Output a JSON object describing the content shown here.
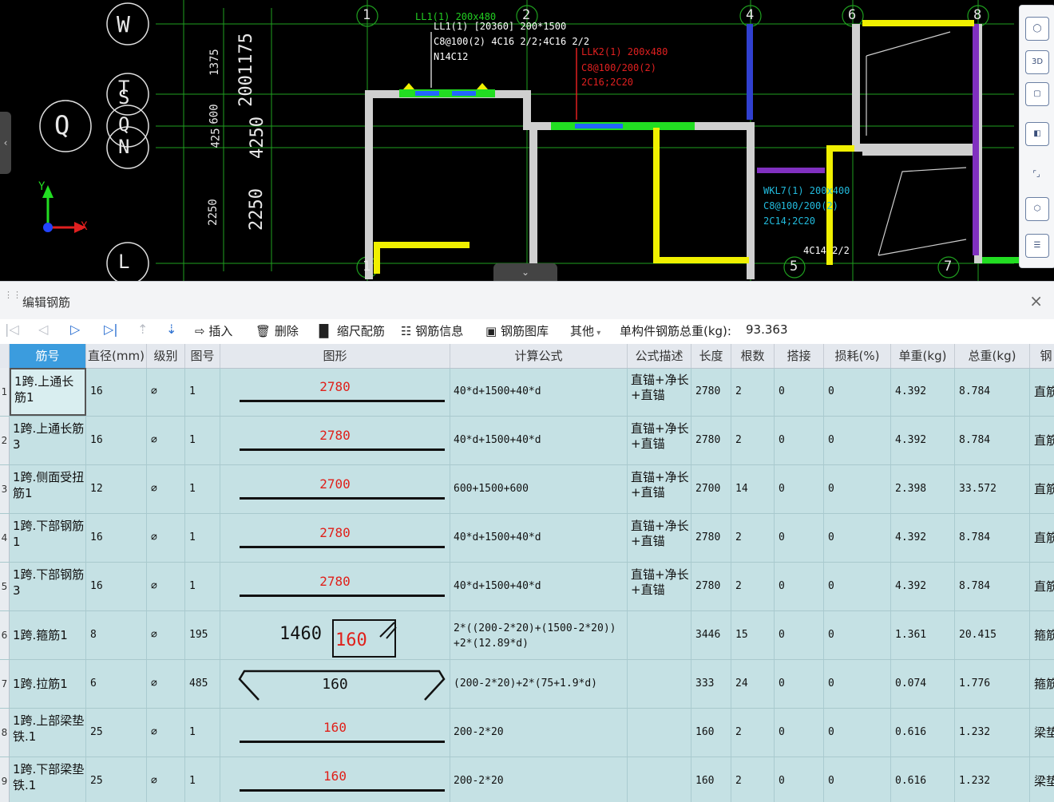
{
  "cad": {
    "axis_circles": [
      "W",
      "T",
      "S",
      "Q",
      "N",
      "L",
      "Q"
    ],
    "grid_numbers": [
      "1",
      "2",
      "4",
      "6",
      "8",
      "1",
      "5",
      "7"
    ],
    "dims": [
      "1375",
      "600",
      "425",
      "2250",
      "2250",
      "4250",
      "2001175"
    ],
    "annotations": [
      {
        "text": "LL1(1) 200x480",
        "color": "#22cc22"
      },
      {
        "text": "LL1(1) [20360] 200*1500",
        "color": "#ffffff"
      },
      {
        "text": "C8@100(2) 4C16 2/2;4C16 2/2",
        "color": "#ffffff"
      },
      {
        "text": "N14C12",
        "color": "#ffffff"
      },
      {
        "text": "LLK2(1) 200x480",
        "color": "#e02020"
      },
      {
        "text": "C8@100/200(2)",
        "color": "#e02020"
      },
      {
        "text": "2C16;2C20",
        "color": "#e02020"
      },
      {
        "text": "WKL7(1) 200x400",
        "color": "#22bbdd"
      },
      {
        "text": "C8@100/200(2)",
        "color": "#22bbdd"
      },
      {
        "text": "2C14;2C20",
        "color": "#22bbdd"
      },
      {
        "text": "4C14 2/2",
        "color": "#ffffff"
      }
    ],
    "axis_y": "Y",
    "axis_x": "X"
  },
  "side_toolbar": [
    "3D"
  ],
  "panel": {
    "title": "编辑钢筋",
    "close": "×"
  },
  "toolbar": {
    "insert": "插入",
    "delete": "删除",
    "scale_rebar": "缩尺配筋",
    "rebar_info": "钢筋信息",
    "rebar_library": "钢筋图库",
    "other": "其他",
    "total_weight_label": "单构件钢筋总重(kg):",
    "total_weight_value": "93.363"
  },
  "columns": [
    "筋号",
    "直径(mm)",
    "级别",
    "图号",
    "图形",
    "计算公式",
    "公式描述",
    "长度",
    "根数",
    "搭接",
    "损耗(%)",
    "单重(kg)",
    "总重(kg)",
    "钢"
  ],
  "rows": [
    {
      "num": "1",
      "name": "1跨.上通长筋1",
      "dia": "16",
      "grade": "⌀",
      "fig": "1",
      "shape_label": "2780",
      "formula": "40*d+1500+40*d",
      "desc": "直锚+净长+直锚",
      "len": "2780",
      "count": "2",
      "lap": "0",
      "loss": "0",
      "unit": "4.392",
      "total": "8.784",
      "type": "直筋"
    },
    {
      "num": "2",
      "name": "1跨.上通长筋3",
      "dia": "16",
      "grade": "⌀",
      "fig": "1",
      "shape_label": "2780",
      "formula": "40*d+1500+40*d",
      "desc": "直锚+净长+直锚",
      "len": "2780",
      "count": "2",
      "lap": "0",
      "loss": "0",
      "unit": "4.392",
      "total": "8.784",
      "type": "直筋"
    },
    {
      "num": "3",
      "name": "1跨.侧面受扭筋1",
      "dia": "12",
      "grade": "⌀",
      "fig": "1",
      "shape_label": "2700",
      "formula": "600+1500+600",
      "desc": "直锚+净长+直锚",
      "len": "2700",
      "count": "14",
      "lap": "0",
      "loss": "0",
      "unit": "2.398",
      "total": "33.572",
      "type": "直筋"
    },
    {
      "num": "4",
      "name": "1跨.下部钢筋1",
      "dia": "16",
      "grade": "⌀",
      "fig": "1",
      "shape_label": "2780",
      "formula": "40*d+1500+40*d",
      "desc": "直锚+净长+直锚",
      "len": "2780",
      "count": "2",
      "lap": "0",
      "loss": "0",
      "unit": "4.392",
      "total": "8.784",
      "type": "直筋"
    },
    {
      "num": "5",
      "name": "1跨.下部钢筋3",
      "dia": "16",
      "grade": "⌀",
      "fig": "1",
      "shape_label": "2780",
      "formula": "40*d+1500+40*d",
      "desc": "直锚+净长+直锚",
      "len": "2780",
      "count": "2",
      "lap": "0",
      "loss": "0",
      "unit": "4.392",
      "total": "8.784",
      "type": "直筋"
    },
    {
      "num": "6",
      "name": "1跨.箍筋1",
      "dia": "8",
      "grade": "⌀",
      "fig": "195",
      "shape_label": "160",
      "shape_label2": "1460",
      "formula": "2*((200-2*20)+(1500-2*20))",
      "formula2": "+2*(12.89*d)",
      "desc": "",
      "len": "3446",
      "count": "15",
      "lap": "0",
      "loss": "0",
      "unit": "1.361",
      "total": "20.415",
      "type": "箍筋"
    },
    {
      "num": "7",
      "name": "1跨.拉筋1",
      "dia": "6",
      "grade": "⌀",
      "fig": "485",
      "shape_label": "160",
      "formula": "(200-2*20)+2*(75+1.9*d)",
      "desc": "",
      "len": "333",
      "count": "24",
      "lap": "0",
      "loss": "0",
      "unit": "0.074",
      "total": "1.776",
      "type": "箍筋"
    },
    {
      "num": "8",
      "name": "1跨.上部梁垫铁.1",
      "dia": "25",
      "grade": "⌀",
      "fig": "1",
      "shape_label": "160",
      "formula": "200-2*20",
      "desc": "",
      "len": "160",
      "count": "2",
      "lap": "0",
      "loss": "0",
      "unit": "0.616",
      "total": "1.232",
      "type": "梁垫"
    },
    {
      "num": "9",
      "name": "1跨.下部梁垫铁.1",
      "dia": "25",
      "grade": "⌀",
      "fig": "1",
      "shape_label": "160",
      "formula": "200-2*20",
      "desc": "",
      "len": "160",
      "count": "2",
      "lap": "0",
      "loss": "0",
      "unit": "0.616",
      "total": "1.232",
      "type": "梁垫"
    }
  ]
}
